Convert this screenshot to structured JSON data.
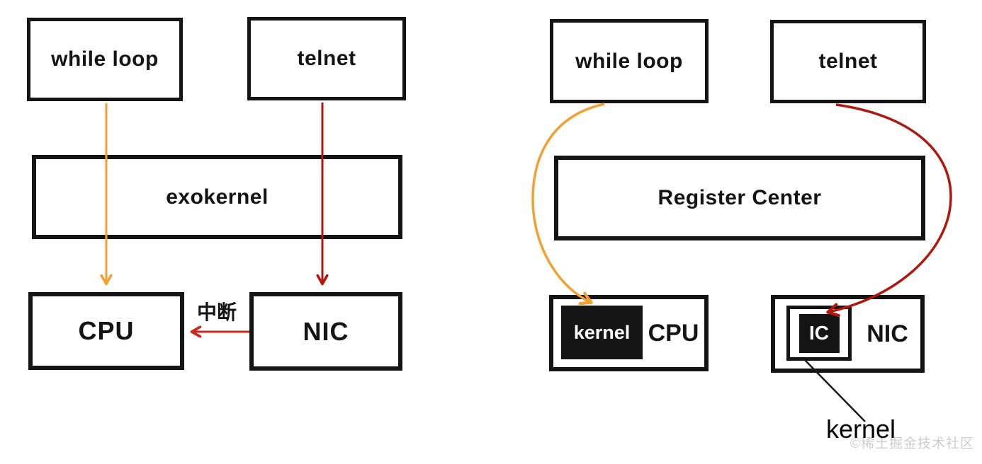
{
  "diagram": {
    "left": {
      "while_loop_label": "while loop",
      "telnet_label": "telnet",
      "exokernel_label": "exokernel",
      "cpu_label": "CPU",
      "nic_label": "NIC",
      "interrupt_label": "中断"
    },
    "right": {
      "while_loop_label": "while loop",
      "telnet_label": "telnet",
      "register_center_label": "Register Center",
      "cpu_label": "CPU",
      "kernel_badge_label": "kernel",
      "nic_label": "NIC",
      "ic_badge_label": "IC",
      "kernel_callout_label": "kernel"
    },
    "watermark": "©稀土掘金技术社区",
    "colors": {
      "orange": "#F0A132",
      "darkred": "#B0170D",
      "red": "#CF261B",
      "ink": "#141414",
      "watermark_gray": "#C8C8C8"
    }
  }
}
